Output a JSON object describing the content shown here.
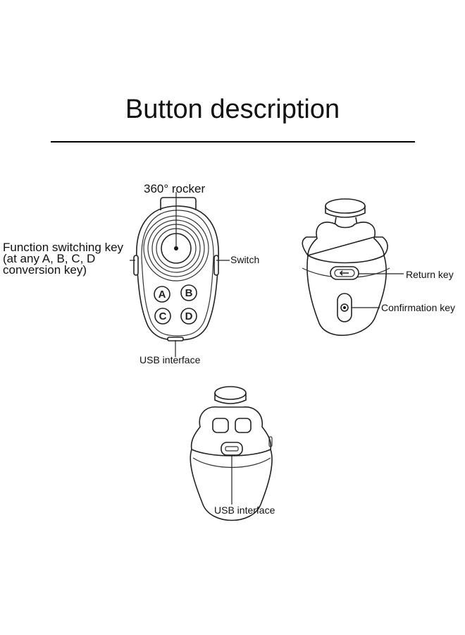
{
  "title": "Button description",
  "labels": {
    "rocker": "360° rocker",
    "function_key": "Function switching key\n(at any A, B, C, D\nconversion key)",
    "switch": "Switch",
    "usb_front": "USB interface",
    "return_key": "Return key",
    "confirm_key": "Confirmation key",
    "usb_bottom": "USB interface"
  },
  "keys": [
    "A",
    "B",
    "C",
    "D"
  ]
}
